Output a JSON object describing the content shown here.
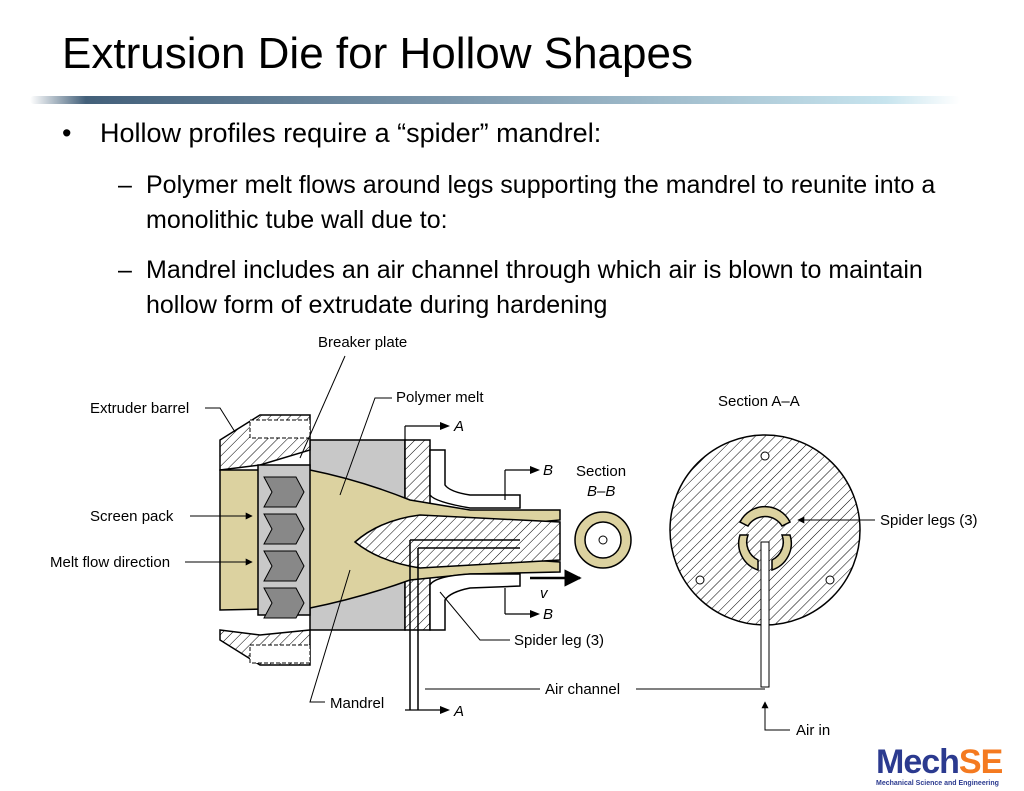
{
  "slide": {
    "title": "Extrusion Die for Hollow Shapes",
    "bullet_main": "Hollow profiles require a “spider” mandrel:",
    "sub_bullets": [
      "Polymer melt flows around legs supporting the mandrel to reunite into a monolithic tube wall due to:",
      "Mandrel includes an air channel through which air is blown to maintain hollow form of extrudate during hardening"
    ],
    "bullet_marker": "•",
    "dash_marker": "–"
  },
  "diagram": {
    "labels": {
      "breaker_plate": "Breaker plate",
      "polymer_melt": "Polymer melt",
      "extruder_barrel": "Extruder barrel",
      "screen_pack": "Screen pack",
      "melt_flow": "Melt flow direction",
      "mandrel": "Mandrel",
      "spider_leg": "Spider leg (3)",
      "air_channel": "Air channel",
      "section_bb_1": "Section",
      "section_bb_2": "B–B",
      "section_aa": "Section A–A",
      "spider_legs": "Spider legs (3)",
      "air_in": "Air in",
      "mark_a": "A",
      "mark_b": "B",
      "velocity": "v"
    },
    "colors": {
      "melt": "#dcd2a0",
      "die_body": "#c8c8c8",
      "line": "#000000"
    }
  },
  "logo": {
    "mech": "Mech",
    "se": "SE",
    "tagline": "Mechanical Science and Engineering"
  }
}
